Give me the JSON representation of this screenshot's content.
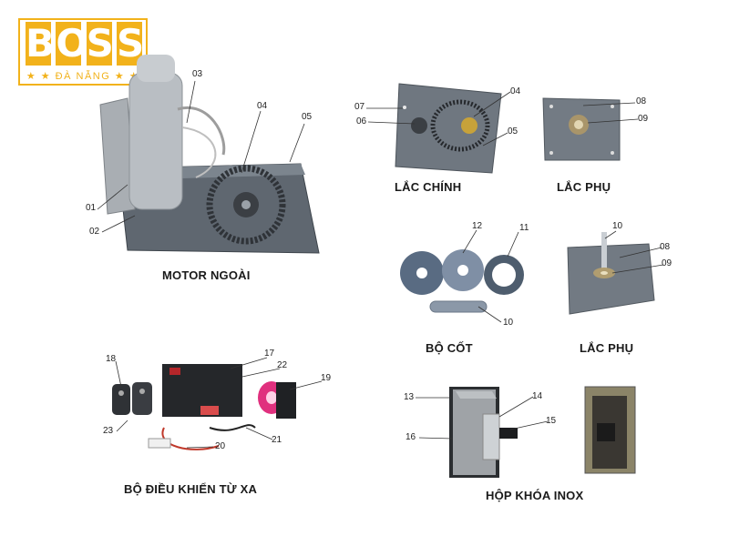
{
  "logo": {
    "brand_letters": [
      "B",
      "O",
      "S",
      "S"
    ],
    "tagline": "★ ★ ĐÀ NẴNG ★ ★",
    "color": "#f2b21b"
  },
  "sections": {
    "motor_ngoai": "MOTOR NGOÀI",
    "lac_chinh": "LẮC CHÍNH",
    "lac_phu_1": "LẮC PHỤ",
    "bo_cot": "BỘ CỐT",
    "lac_phu_2": "LẮC PHỤ",
    "remote": "BỘ ĐIỀU KHIỂN TỪ XA",
    "hop_khoa": "HỘP KHÓA INOX"
  },
  "labels": {
    "motor": [
      "01",
      "02",
      "03",
      "04",
      "05"
    ],
    "lac_chinh": [
      "07",
      "06",
      "04",
      "05"
    ],
    "lac_phu_1": [
      "08",
      "09"
    ],
    "bo_cot": [
      "12",
      "11",
      "10"
    ],
    "lac_phu_2": [
      "10",
      "08",
      "09"
    ],
    "remote": [
      "18",
      "17",
      "22",
      "19",
      "23",
      "20",
      "21"
    ],
    "hop_khoa": [
      "13",
      "14",
      "15",
      "16"
    ]
  }
}
